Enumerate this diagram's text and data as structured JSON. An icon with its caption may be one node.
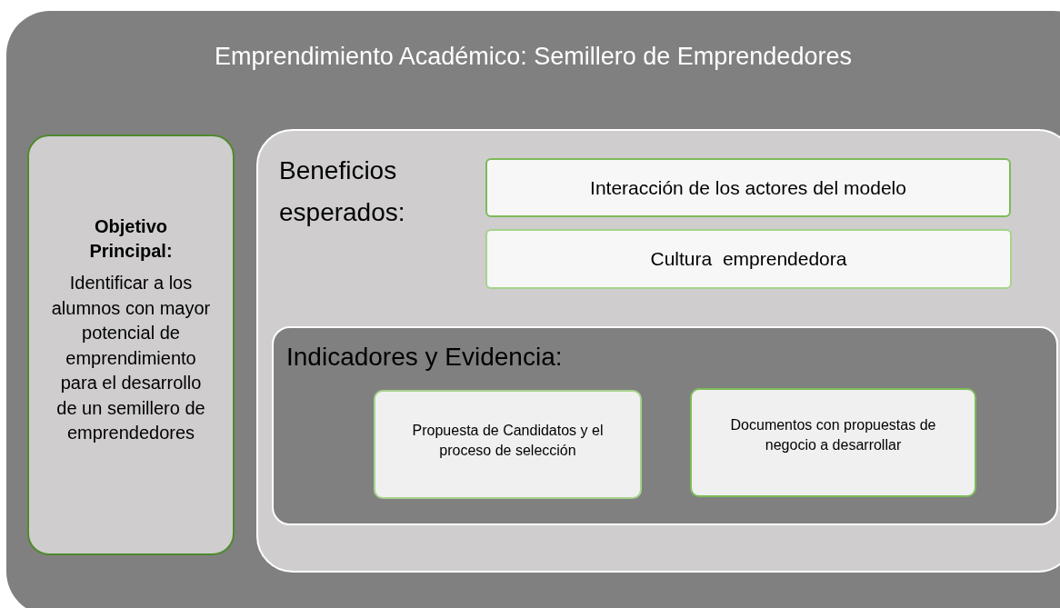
{
  "diagram": {
    "nodes": [
      {
        "text": [
          "Emprendimiento Académico: Semillero de Emprendedores"
        ]
      },
      {
        "text": [
          "Objetivo Principal:",
          "Identificar a los alumnos con mayor potencial de emprendimiento para el desarrollo de un semillero de emprendedores"
        ],
        "in": 0
      },
      {
        "text": [
          "Beneficios esperados:"
        ],
        "in": 0
      },
      {
        "text": [
          "Interacción de los actores del modelo"
        ],
        "in": 2
      },
      {
        "text": [
          "Cultura  emprendedora"
        ],
        "in": 2
      },
      {
        "text": [
          "Indicadores y Evidencia:"
        ],
        "in": 2
      },
      {
        "text": [
          "Propuesta de Candidatos y el proceso de selección"
        ],
        "in": 5
      },
      {
        "text": [
          "Documentos con propuestas de negocio a desarrollar"
        ],
        "in": 5
      }
    ],
    "edges": []
  }
}
